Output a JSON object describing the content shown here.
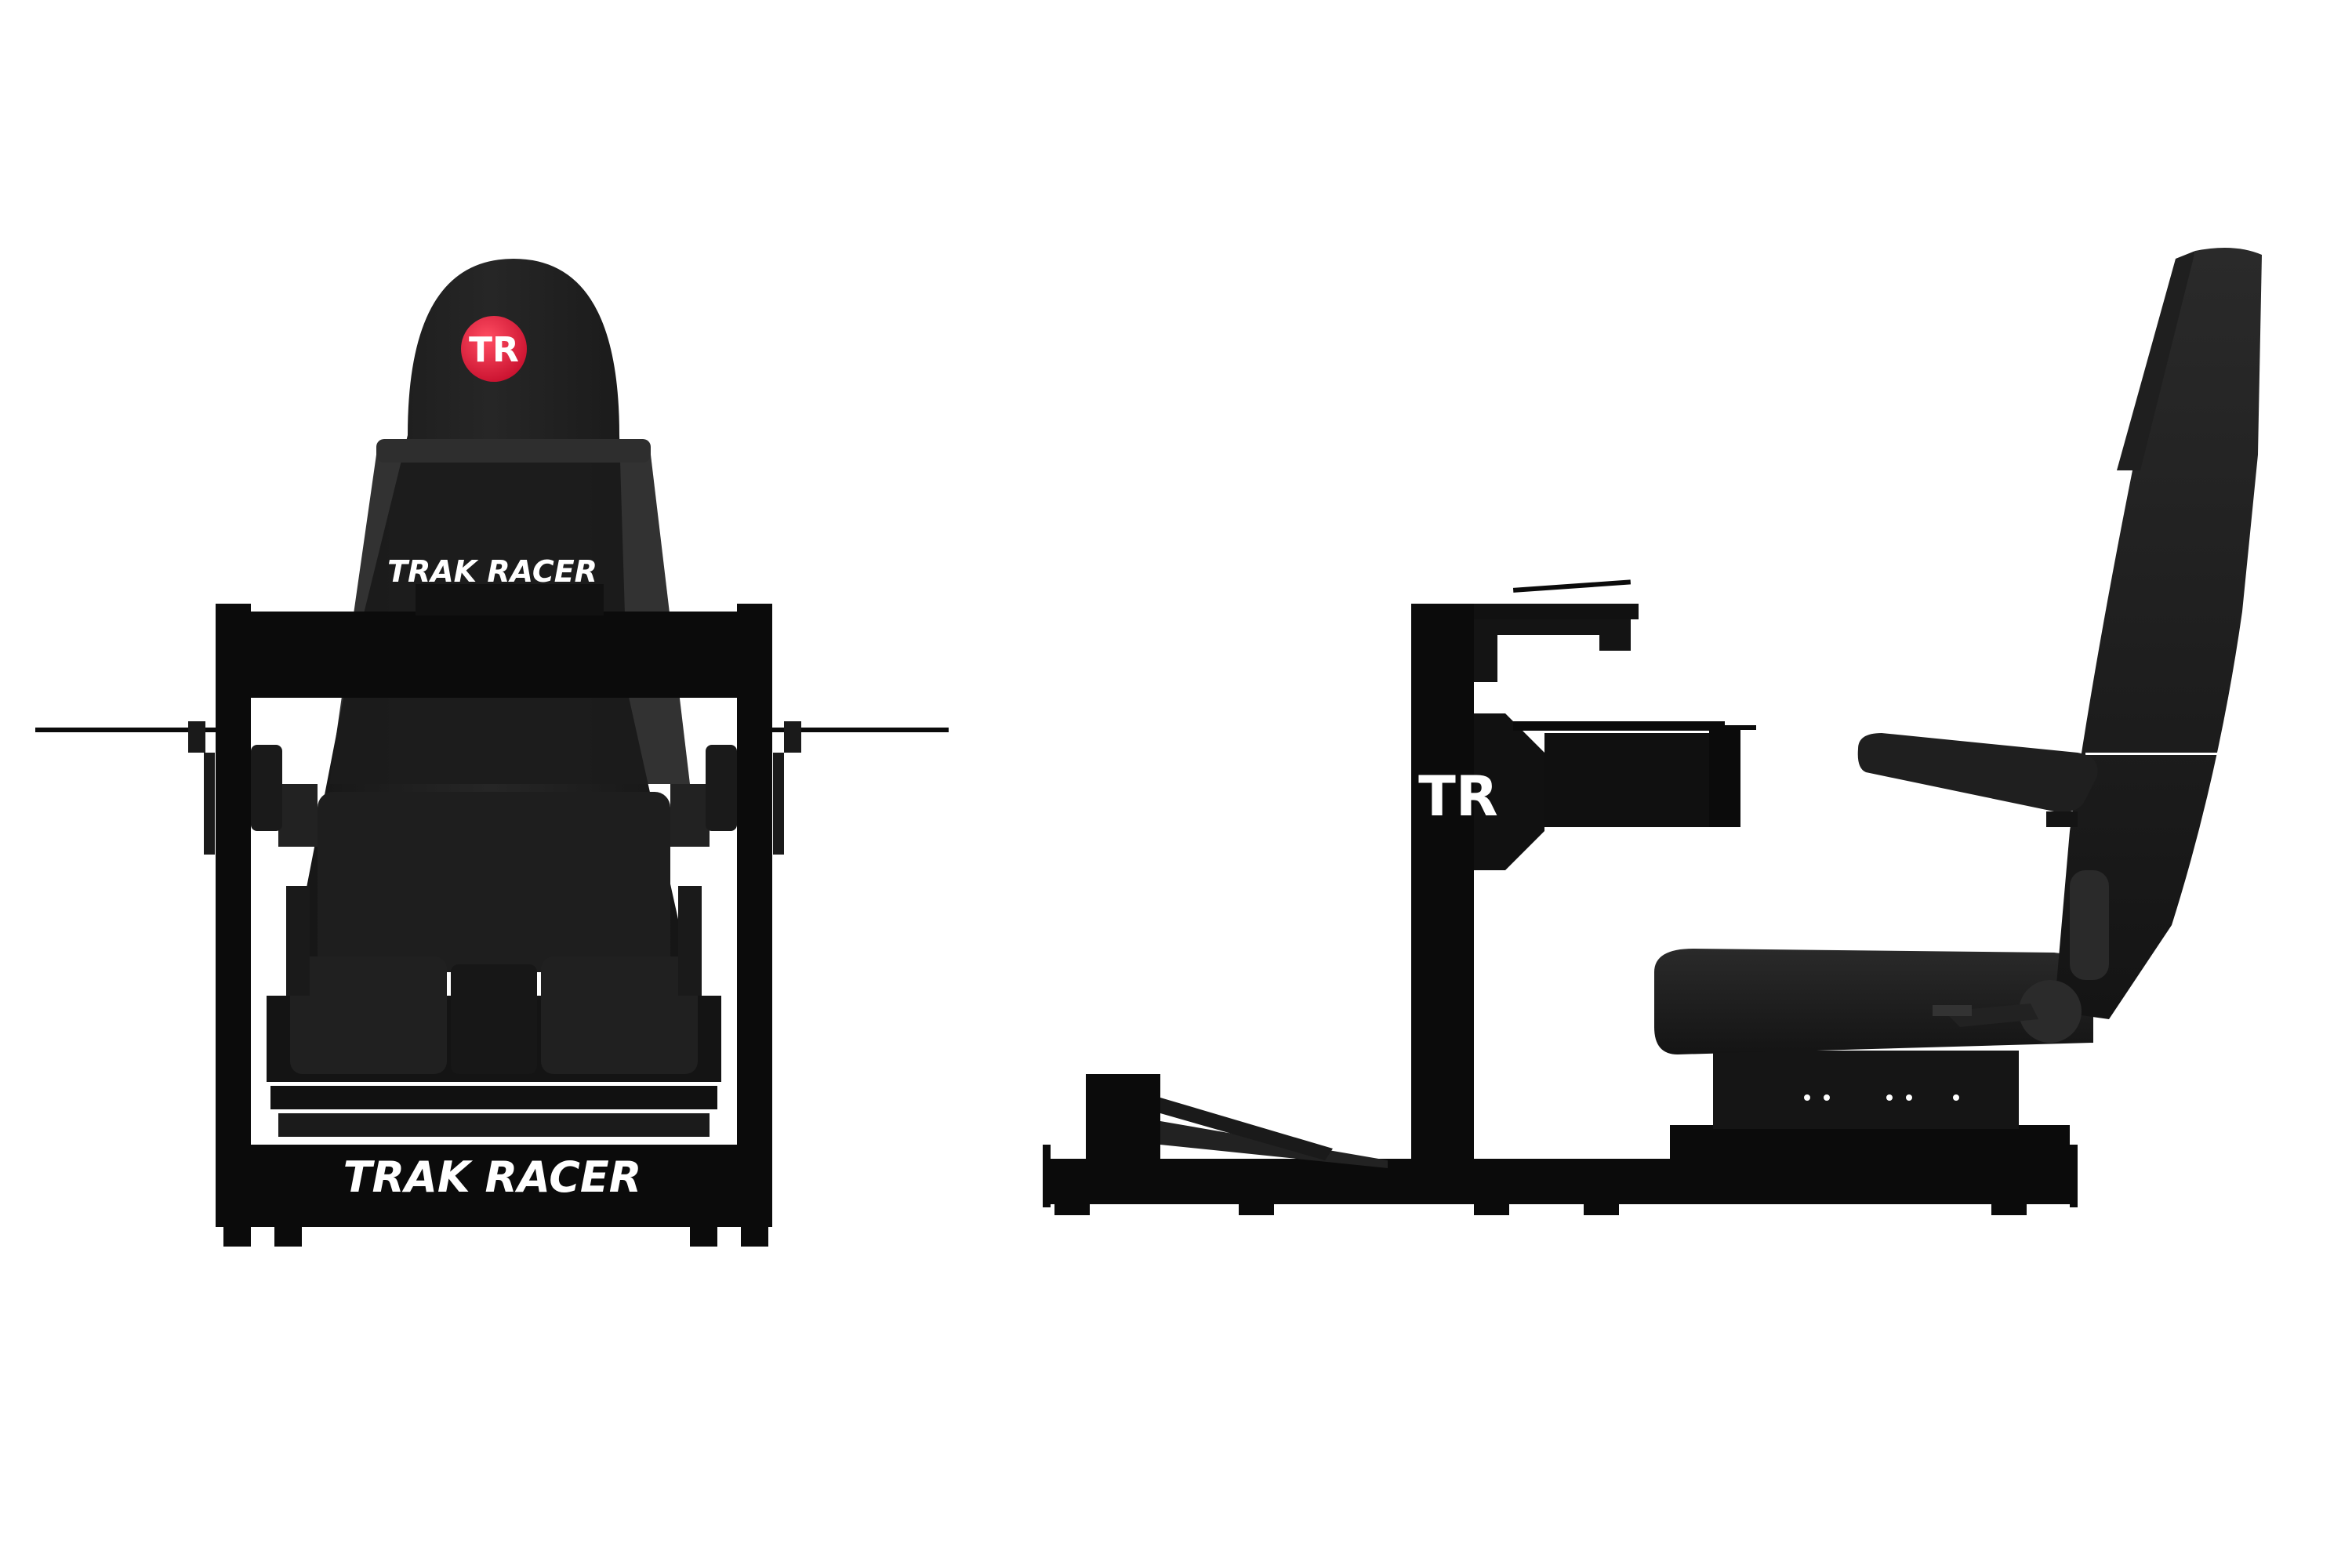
{
  "branding": {
    "front_headrest_logo": "TR",
    "front_backrest_text": "TRAK RACER",
    "front_base_text": "TRAK RACER",
    "side_upright_logo": "TR"
  },
  "colors": {
    "background": "#ffffff",
    "frame": "#0b0b0b",
    "upholstery": "#1a1a1a",
    "upholstery_highlight": "#262626",
    "logo_red": "#e8263d",
    "logo_text": "#ffffff"
  },
  "views": [
    "front",
    "side"
  ]
}
